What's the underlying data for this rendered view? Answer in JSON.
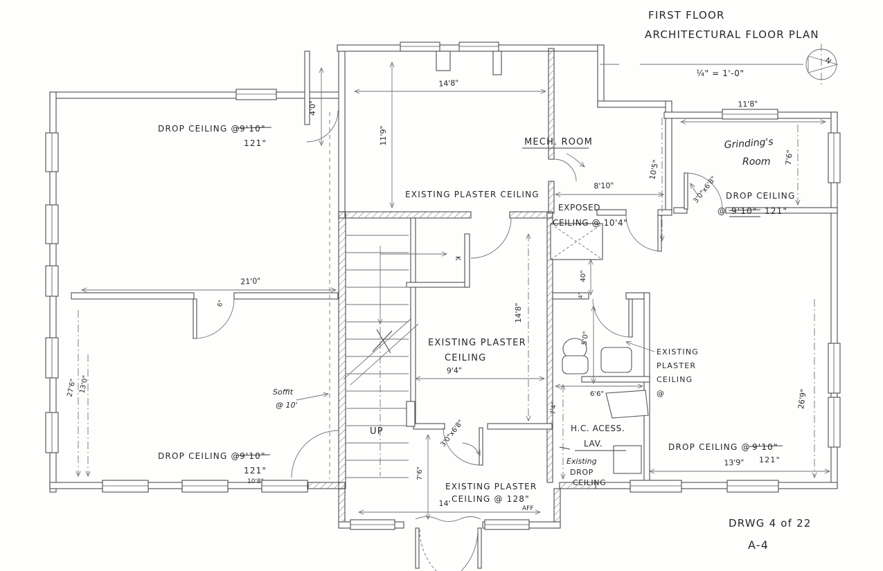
{
  "page": {
    "ink_color": "#26262b",
    "pencil_color": "#55555c",
    "paper_color": "#fefefc"
  },
  "title_block": {
    "line1": "FIRST FLOOR",
    "line2": "ARCHITECTURAL FLOOR PLAN",
    "scale": "¼\" = 1'-0\"",
    "north_letter": "N"
  },
  "sheet": {
    "drawing_number": "DRWG 4 of 22",
    "sheet_code": "A-4"
  },
  "rooms": {
    "nw_drop_ceiling": {
      "prefix": "DROP CEILING @",
      "struck": "9'10\"",
      "revised": "121\""
    },
    "top_room": {
      "label": "EXISTING PLASTER CEILING"
    },
    "mech": {
      "label": "MECH. ROOM"
    },
    "exposed": {
      "line1": "EXPOSED",
      "line2": "CEILING @ 10'4\""
    },
    "grinding": {
      "line1": "Grinding's",
      "line2": "Room"
    },
    "ne_drop_ceiling": {
      "line1": "DROP CEILING",
      "at": "@",
      "struck": "9'10\"",
      "revised": "121\""
    },
    "hall": {
      "line1": "EXISTING PLASTER",
      "line2": "CEILING"
    },
    "sw_drop_ceiling": {
      "prefix": "DROP CEILING @",
      "struck": "9'10\"",
      "revised": "121\"",
      "note": "10'8\""
    },
    "bath_note": {
      "line1": "EXISTING",
      "line2": "PLASTER",
      "line3": "CEILING",
      "line4": "@"
    },
    "lav": {
      "line1": "H.C. ACESS.",
      "line2": "LAV."
    },
    "lav_ceiling": {
      "line1": "Existing",
      "line2": "DROP",
      "line3": "CEILING"
    },
    "se_drop_ceiling": {
      "prefix": "DROP CEILING @",
      "struck": "9'10\"",
      "revised": "121\""
    },
    "entry": {
      "line1": "EXISTING PLASTER",
      "line2": "CEILING @ 128\"",
      "line3": "AFF"
    },
    "soffit": {
      "line1": "Soffit",
      "line2": "@ 10'"
    },
    "stairs": {
      "up": "UP",
      "tag": "K"
    }
  },
  "dims": {
    "vestibule_w": "4'0\"",
    "top_room_w": "14'8\"",
    "top_room_h": "11'9\"",
    "mech_w": "8'10\"",
    "mech_h": "10'5\"",
    "grinding_w": "11'8\"",
    "grinding_h": "7'6\"",
    "grinding_door": "3'0\"x6'8\"",
    "nw_w": "21'0\"",
    "wall_offset": "6\"",
    "hall_w": "9'4\"",
    "hall_h": "14'8\"",
    "chase_h": "40\"",
    "bath_h": "5'0\"",
    "bath_wall": "4\"",
    "lav_w": "6'6\"",
    "lav_h": "7'4\"",
    "sw_h_outer": "27'6\"",
    "sw_h_inner": "13'0\"",
    "entry_door": "3'0\"x6'8\"",
    "entry_h": "7'6\"",
    "entry_w": "14'",
    "se_w": "13'9\"",
    "se_h": "26'9\""
  }
}
